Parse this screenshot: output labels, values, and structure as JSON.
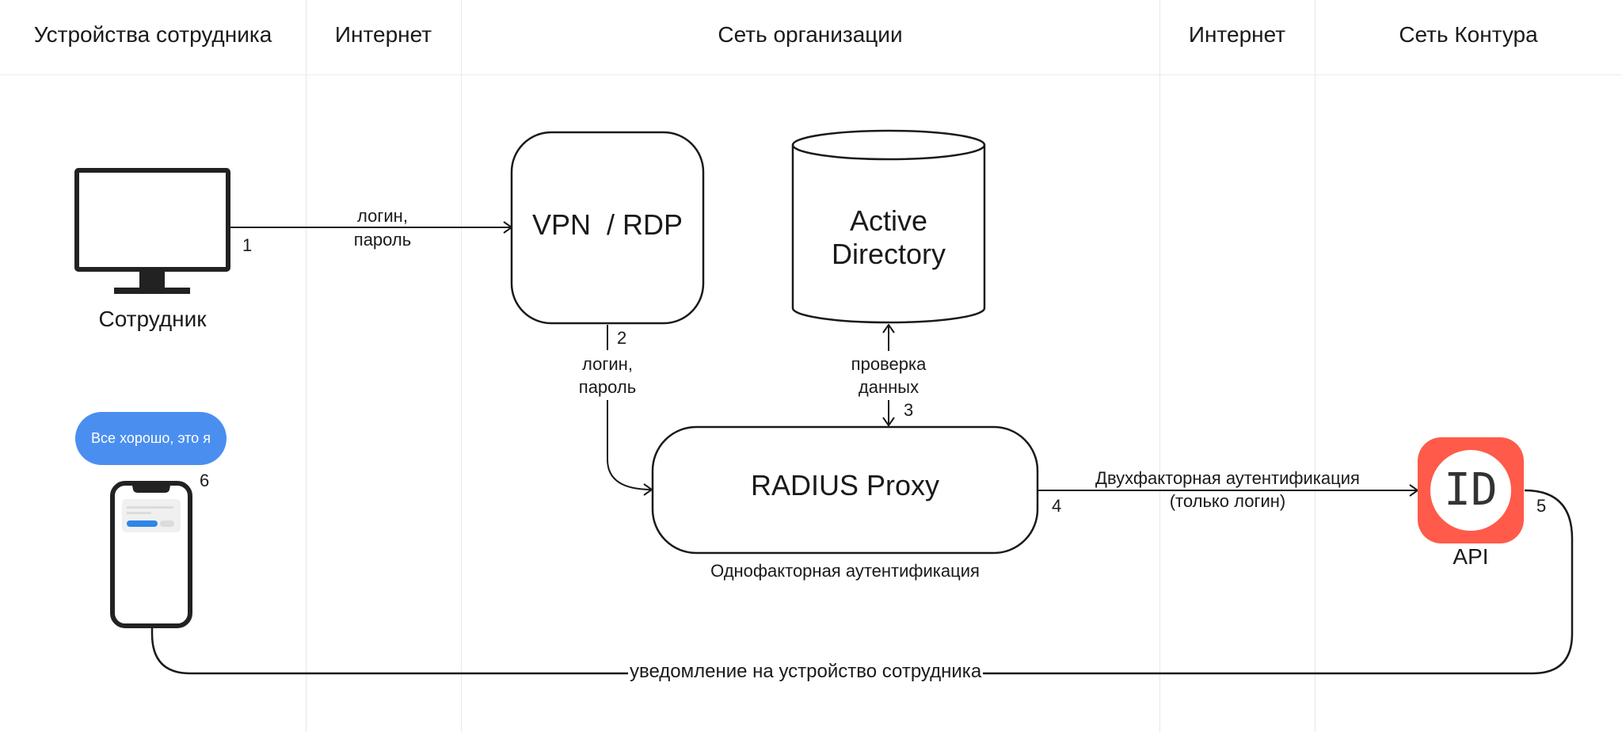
{
  "lanes": [
    {
      "title": "Устройства сотрудника"
    },
    {
      "title": "Интернет"
    },
    {
      "title": "Сеть организации"
    },
    {
      "title": "Интернет"
    },
    {
      "title": "Сеть Контура"
    }
  ],
  "nodes": {
    "employee": {
      "label": "Сотрудник",
      "icon": "monitor-icon"
    },
    "vpn": {
      "label": "VPN  / RDP"
    },
    "ad": {
      "label_line1": "Active",
      "label_line2": "Directory",
      "icon": "database-cylinder-icon"
    },
    "radius": {
      "label": "RADIUS Proxy",
      "caption": "Однофакторная аутентификация"
    },
    "api": {
      "label": "API",
      "logo_text": "ID",
      "logo_color": "#ff5a4a"
    },
    "phone": {
      "bubble": "Все хорошо, это я",
      "bubble_color": "#4a8ff0",
      "icon": "smartphone-icon"
    }
  },
  "edges": [
    {
      "step": "1",
      "label_line1": "логин,",
      "label_line2": "пароль"
    },
    {
      "step": "2",
      "label_line1": "логин,",
      "label_line2": "пароль"
    },
    {
      "step": "3",
      "label_line1": "проверка",
      "label_line2": "данных"
    },
    {
      "step": "4",
      "label_line1": "Двухфакторная аутентификация",
      "label_line2": "(только логин)"
    },
    {
      "step": "5",
      "label": "уведомление на устройство сотрудника"
    },
    {
      "step": "6"
    }
  ]
}
